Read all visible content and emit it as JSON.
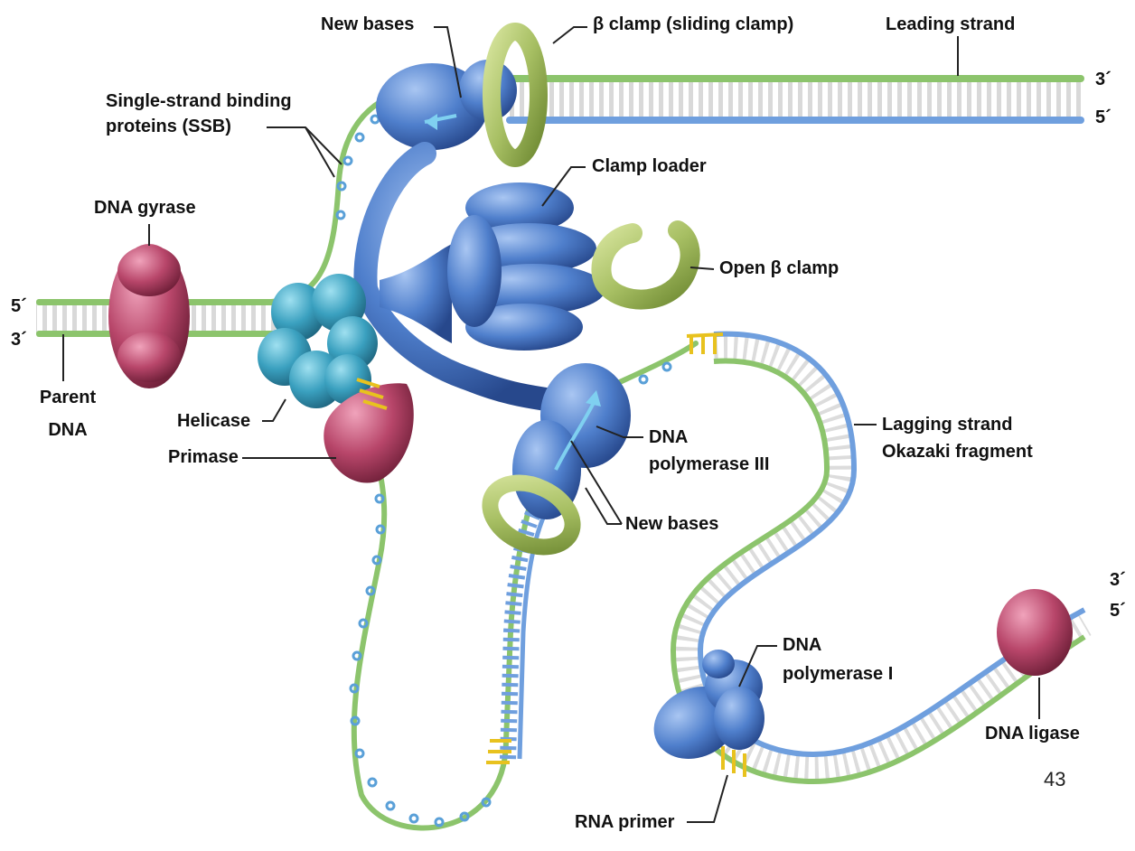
{
  "labels": {
    "new_bases_top": "New bases",
    "beta_clamp": "β clamp (sliding clamp)",
    "leading_strand": "Leading strand",
    "ssb_line1": "Single-strand binding",
    "ssb_line2": "proteins (SSB)",
    "clamp_loader": "Clamp loader",
    "dna_gyrase": "DNA gyrase",
    "open_beta_clamp": "Open β clamp",
    "parent_dna_line1": "Parent",
    "parent_dna_line2": "DNA",
    "helicase": "Helicase",
    "primase": "Primase",
    "dna_pol3_line1": "DNA",
    "dna_pol3_line2": "polymerase III",
    "new_bases_mid": "New bases",
    "lagging_line1": "Lagging strand",
    "lagging_line2": "Okazaki fragment",
    "dna_pol1_line1": "DNA",
    "dna_pol1_line2": "polymerase I",
    "dna_ligase": "DNA ligase",
    "rna_primer": "RNA primer"
  },
  "strand_ends": {
    "leading_top": "3´",
    "leading_bottom": "5´",
    "parent_top": "5´",
    "parent_bottom": "3´",
    "ligase_top": "3´",
    "ligase_bottom": "5´"
  },
  "page_number": "43",
  "colors": {
    "strand_green": "#8cc46c",
    "strand_blue": "#6f9fde",
    "protein_blue": "#4a78c4",
    "helicase_teal": "#3aa0bf",
    "gyrase_red": "#b8466a",
    "clamp_green": "#a7bf63",
    "primer_yellow": "#e8c21e"
  }
}
